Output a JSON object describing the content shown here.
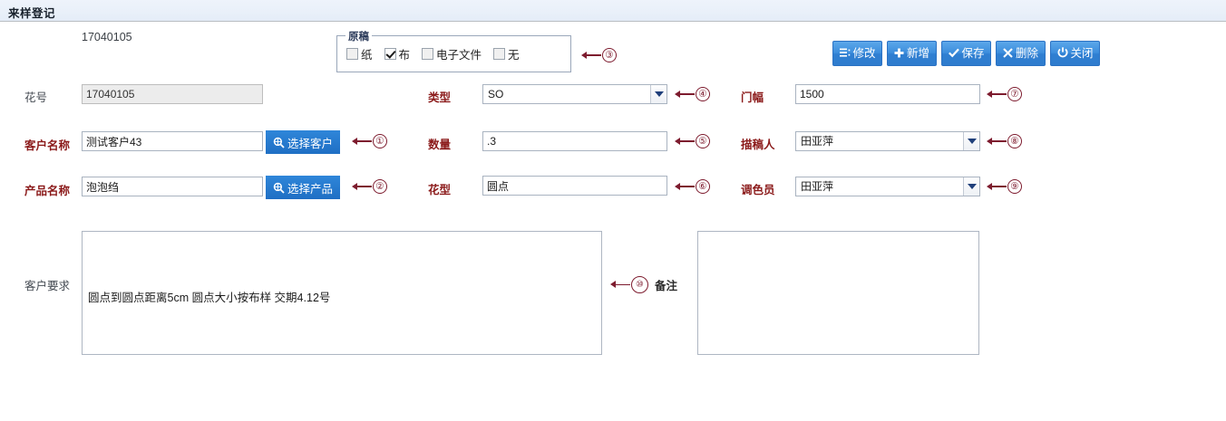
{
  "header": {
    "title": "来样登记"
  },
  "top": {
    "code_text": "17040105"
  },
  "source_fieldset": {
    "legend": "原稿",
    "options": [
      {
        "label": "纸",
        "checked": false
      },
      {
        "label": "布",
        "checked": true
      },
      {
        "label": "电子文件",
        "checked": false
      },
      {
        "label": "无",
        "checked": false
      }
    ]
  },
  "toolbar": {
    "buttons": [
      {
        "label": "修改",
        "icon": "list-icon",
        "glyph": "☰"
      },
      {
        "label": "新增",
        "icon": "plus-icon",
        "glyph": "✚"
      },
      {
        "label": "保存",
        "icon": "check-icon",
        "glyph": "✔"
      },
      {
        "label": "删除",
        "icon": "close-icon",
        "glyph": "✕"
      },
      {
        "label": "关闭",
        "icon": "power-icon",
        "glyph": "⏻"
      }
    ]
  },
  "form": {
    "col1": {
      "pattern_no": {
        "label": "花号",
        "value": "17040105",
        "disabled": true
      },
      "customer_name": {
        "label": "客户名称",
        "value": "测试客户43",
        "button": "选择客户",
        "button_icon": "magnifier-icon"
      },
      "product_name": {
        "label": "产品名称",
        "value": "泡泡绉",
        "button": "选择产品",
        "button_icon": "magnifier-icon"
      }
    },
    "col2": {
      "type": {
        "label": "类型",
        "value": "SO"
      },
      "quantity": {
        "label": "数量",
        "value": ".3"
      },
      "pattern_type": {
        "label": "花型",
        "value": "圆点"
      }
    },
    "col3": {
      "width": {
        "label": "门幅",
        "value": "1500"
      },
      "drafter": {
        "label": "描稿人",
        "value": "田亚萍"
      },
      "colorist": {
        "label": "调色员",
        "value": "田亚萍"
      }
    },
    "customer_request": {
      "label": "客户要求",
      "value": "圆点到圆点距离5cm  圆点大小按布样  交期4.12号"
    },
    "remark": {
      "label": "备注",
      "value": ""
    }
  },
  "annotations": {
    "a1": "①",
    "a2": "②",
    "a3": "③",
    "a4": "④",
    "a5": "⑤",
    "a6": "⑥",
    "a7": "⑦",
    "a8": "⑧",
    "a9": "⑨",
    "a10": "⑩",
    "a10_text": "备注"
  },
  "colors": {
    "accent_blue": "#2f7ccd",
    "header_bg": "#eef3fb",
    "required_label": "#8b1a1a",
    "annotation": "#7d1b2e"
  }
}
